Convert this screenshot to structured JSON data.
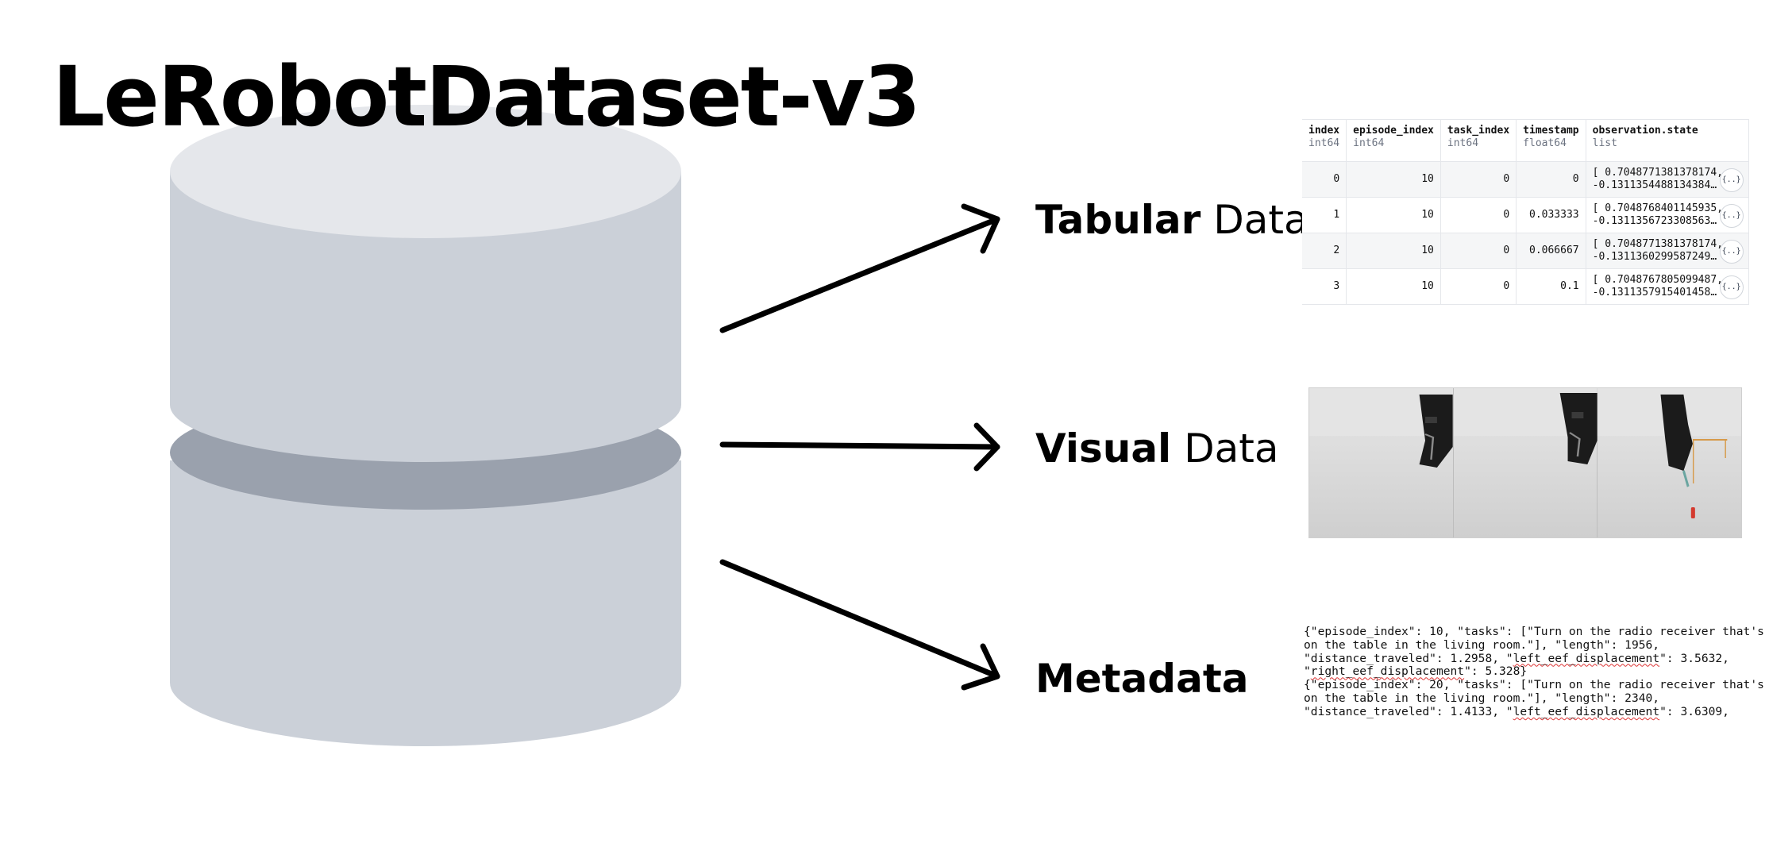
{
  "title": "LeRobotDataset-v3",
  "labels": {
    "tabular_bold": "Tabular",
    "tabular_rest": "Data",
    "visual_bold": "Visual",
    "visual_rest": "Data",
    "meta": "Metadata"
  },
  "table": {
    "columns": [
      {
        "name": "index",
        "dtype": "int64"
      },
      {
        "name": "episode_index",
        "dtype": "int64"
      },
      {
        "name": "task_index",
        "dtype": "int64"
      },
      {
        "name": "timestamp",
        "dtype": "float64"
      },
      {
        "name": "observation.state",
        "dtype": "list"
      }
    ],
    "rows": [
      {
        "index": "0",
        "episode_index": "10",
        "task_index": "0",
        "timestamp": "0",
        "state_line1": "[ 0.7048771381378174,",
        "state_line2": "-0.1311354488134384…"
      },
      {
        "index": "1",
        "episode_index": "10",
        "task_index": "0",
        "timestamp": "0.033333",
        "state_line1": "[ 0.7048768401145935,",
        "state_line2": "-0.1311356723308563…"
      },
      {
        "index": "2",
        "episode_index": "10",
        "task_index": "0",
        "timestamp": "0.066667",
        "state_line1": "[ 0.7048771381378174,",
        "state_line2": "-0.1311360299587249…"
      },
      {
        "index": "3",
        "episode_index": "10",
        "task_index": "0",
        "timestamp": "0.1",
        "state_line1": "[ 0.7048767805099487,",
        "state_line2": "-0.1311357915401458…"
      }
    ],
    "json_button_glyph": "{..}"
  },
  "metadata": {
    "lines": [
      {
        "parts": [
          {
            "t": "{\"episode_index\": 10, \"tasks\": [\"Turn on the radio receiver that's"
          }
        ]
      },
      {
        "parts": [
          {
            "t": "on the table in the living room.\"], \"length\": 1956,"
          }
        ]
      },
      {
        "parts": [
          {
            "t": "\"distance_traveled\": 1.2958, \""
          },
          {
            "t": "left_eef_displacement",
            "sq": true
          },
          {
            "t": "\": 3.5632,"
          }
        ]
      },
      {
        "parts": [
          {
            "t": "\""
          },
          {
            "t": "right_eef_displacement",
            "sq": true
          },
          {
            "t": "\": 5.328}"
          }
        ]
      },
      {
        "parts": [
          {
            "t": "{\"episode_index\": 20, \"tasks\": [\"Turn on the radio receiver that's"
          }
        ]
      },
      {
        "parts": [
          {
            "t": "on the table in the living room.\"], \"length\": 2340,"
          }
        ]
      },
      {
        "parts": [
          {
            "t": "\"distance_traveled\": 1.4133, \""
          },
          {
            "t": "left_eef_displacement",
            "sq": true
          },
          {
            "t": "\": 3.6309,"
          }
        ]
      }
    ]
  },
  "colors": {
    "cylinder_top": "#e5e7eb",
    "cylinder_body": "#cbd0d8",
    "cylinder_band": "#9aa1ad",
    "arrow": "#000000"
  }
}
